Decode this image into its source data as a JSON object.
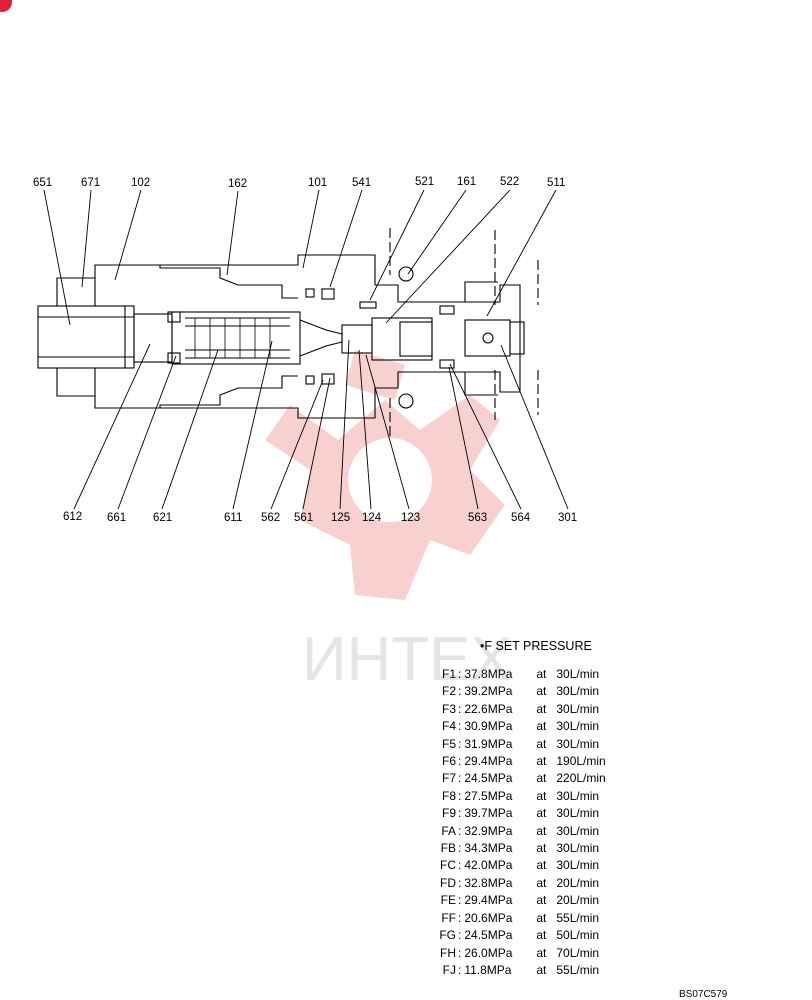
{
  "part_labels": {
    "top": [
      "651",
      "671",
      "102",
      "162",
      "101",
      "541",
      "521",
      "161",
      "522",
      "511"
    ],
    "bottom": [
      "612",
      "661",
      "621",
      "611",
      "562",
      "561",
      "125",
      "124",
      "123",
      "563",
      "564",
      "301"
    ]
  },
  "watermark": {
    "text": "ИНТЕХ",
    "color": "#f08080"
  },
  "set_pressure": {
    "title": "•F SET PRESSURE",
    "rows": [
      {
        "name": "F1",
        "pressure": "37.8MPa",
        "at": "at",
        "flow": "30L/min"
      },
      {
        "name": "F2",
        "pressure": "39.2MPa",
        "at": "at",
        "flow": "30L/min"
      },
      {
        "name": "F3",
        "pressure": "22.6MPa",
        "at": "at",
        "flow": "30L/min"
      },
      {
        "name": "F4",
        "pressure": "30.9MPa",
        "at": "at",
        "flow": "30L/min"
      },
      {
        "name": "F5",
        "pressure": "31.9MPa",
        "at": "at",
        "flow": "30L/min"
      },
      {
        "name": "F6",
        "pressure": "29.4MPa",
        "at": "at",
        "flow": "190L/min"
      },
      {
        "name": "F7",
        "pressure": "24.5MPa",
        "at": "at",
        "flow": "220L/min"
      },
      {
        "name": "F8",
        "pressure": "27.5MPa",
        "at": "at",
        "flow": "30L/min"
      },
      {
        "name": "F9",
        "pressure": "39.7MPa",
        "at": "at",
        "flow": "30L/min"
      },
      {
        "name": "FA",
        "pressure": "32.9MPa",
        "at": "at",
        "flow": "30L/min"
      },
      {
        "name": "FB",
        "pressure": "34.3MPa",
        "at": "at",
        "flow": "30L/min"
      },
      {
        "name": "FC",
        "pressure": "42.0MPa",
        "at": "at",
        "flow": "30L/min"
      },
      {
        "name": "FD",
        "pressure": "32.8MPa",
        "at": "at",
        "flow": "20L/min"
      },
      {
        "name": "FE",
        "pressure": "29.4MPa",
        "at": "at",
        "flow": "20L/min"
      },
      {
        "name": "FF",
        "pressure": "20.6MPa",
        "at": "at",
        "flow": "55L/min"
      },
      {
        "name": "FG",
        "pressure": "24.5MPa",
        "at": "at",
        "flow": "50L/min"
      },
      {
        "name": "FH",
        "pressure": "26.0MPa",
        "at": "at",
        "flow": "70L/min"
      },
      {
        "name": "FJ",
        "pressure": "11.8MPa",
        "at": "at",
        "flow": "55L/min"
      }
    ]
  },
  "drawing_code": "BS07C579"
}
